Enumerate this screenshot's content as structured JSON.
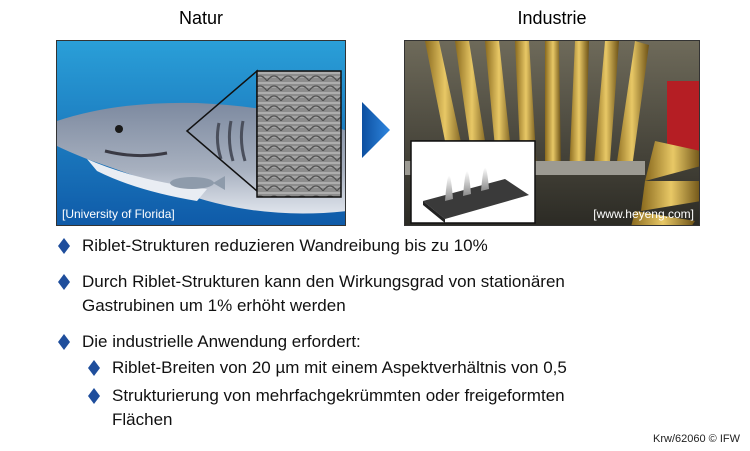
{
  "headings": {
    "left": "Natur",
    "right": "Industrie"
  },
  "captions": {
    "left": "[University of Florida]",
    "right": "[www.heyeng.com]"
  },
  "bullets": [
    {
      "text": "Riblet-Strukturen reduzieren Wandreibung bis zu 10%"
    },
    {
      "text": "Durch Riblet-Strukturen kann den Wirkungsgrad von stationären",
      "text2": "Gastrubinen um 1% erhöht werden"
    },
    {
      "text": "Die industrielle Anwendung erfordert:"
    }
  ],
  "subbullets": [
    {
      "text": "Riblet-Breiten von 20 µm mit einem Aspektverhältnis von 0,5"
    },
    {
      "text": "Strukturierung von mehrfachgekrümmten oder freigeformten",
      "text2": "Flächen"
    }
  ],
  "footer": "Krw/62060 © IFW",
  "colors": {
    "bullet": "#1f4e9c",
    "arrow": "#1f6cc8"
  }
}
